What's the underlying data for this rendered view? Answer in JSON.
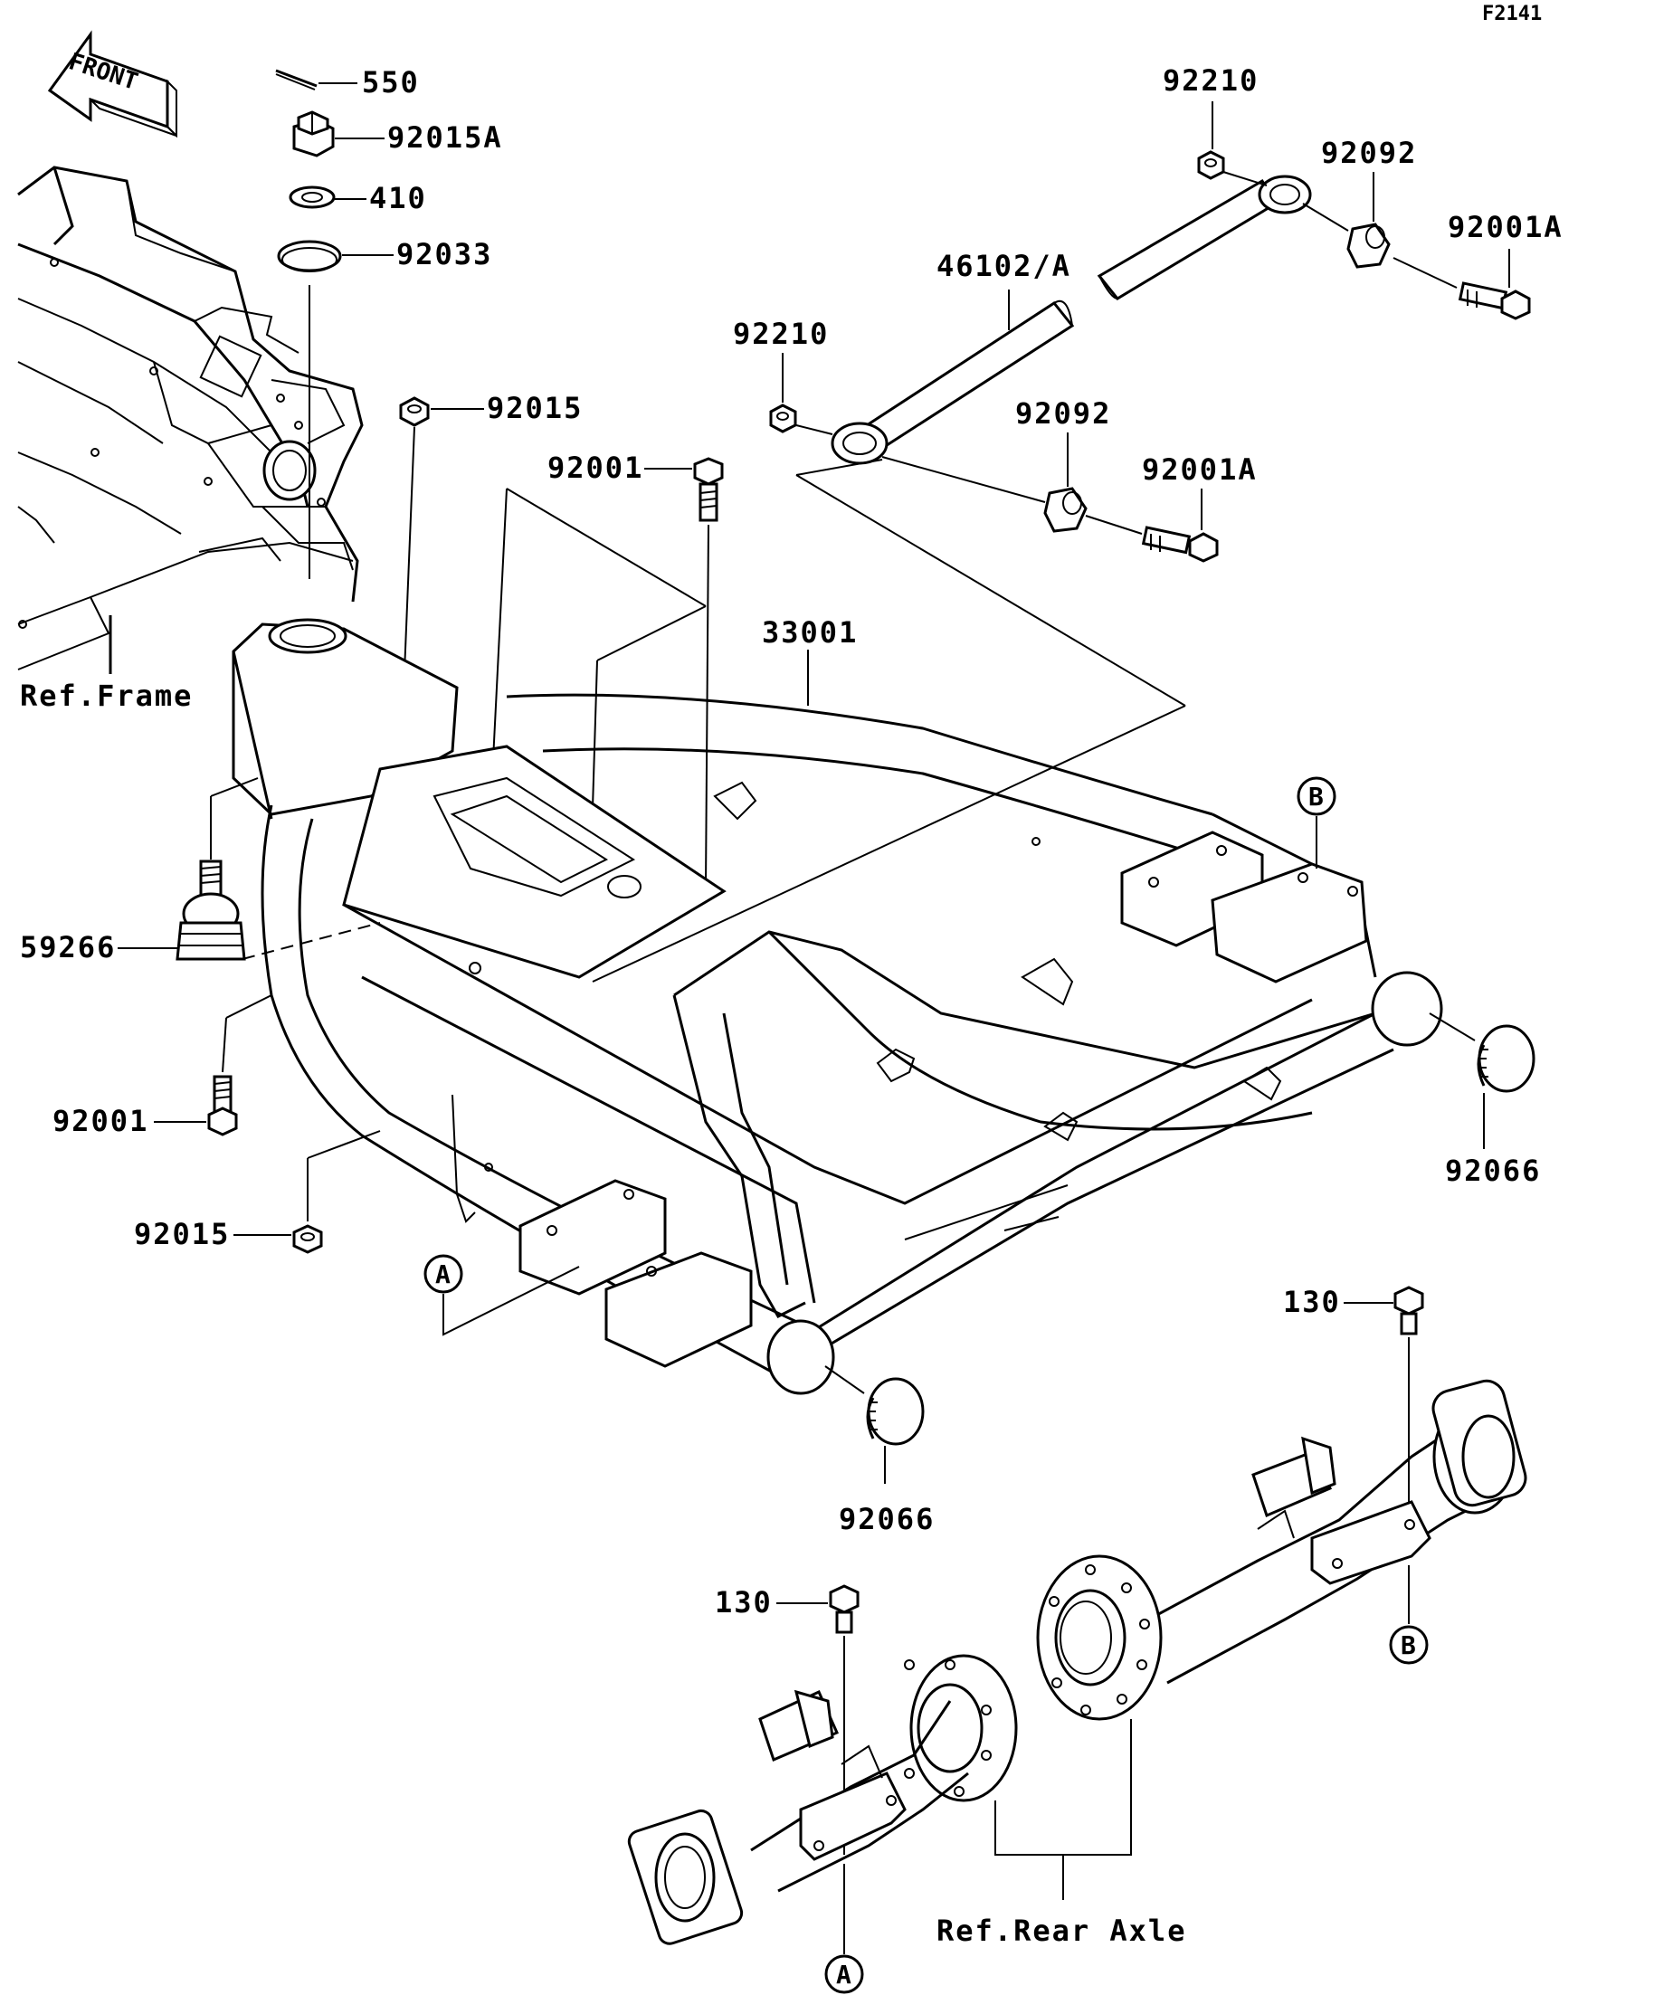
{
  "diagram_code": "F2141",
  "front_arrow": "FRONT",
  "parts": {
    "cotter_pin": "550",
    "castle_nut": "92015A",
    "washer": "410",
    "circlip": "92033",
    "nut_upper": "92015",
    "bolt_upper": "92001",
    "tie_rod_nut_top": "92210",
    "tie_rod_nut_left": "92210",
    "tie_rod": "46102/A",
    "bushing_right": "92092",
    "bushing_left": "92092",
    "bolt_right_top": "92001A",
    "bolt_right_lower": "92001A",
    "swingarm": "33001",
    "ball_joint": "59266",
    "bolt_lower": "92001",
    "nut_lower": "92015",
    "cap_right": "92066",
    "cap_front": "92066",
    "bolt_axle_right": "130",
    "bolt_axle_left": "130"
  },
  "references": {
    "frame": "Ref.Frame",
    "rear_axle": "Ref.Rear Axle"
  },
  "markers": {
    "a_left": "A",
    "a_bottom": "A",
    "b_right": "B",
    "b_lower": "B"
  }
}
